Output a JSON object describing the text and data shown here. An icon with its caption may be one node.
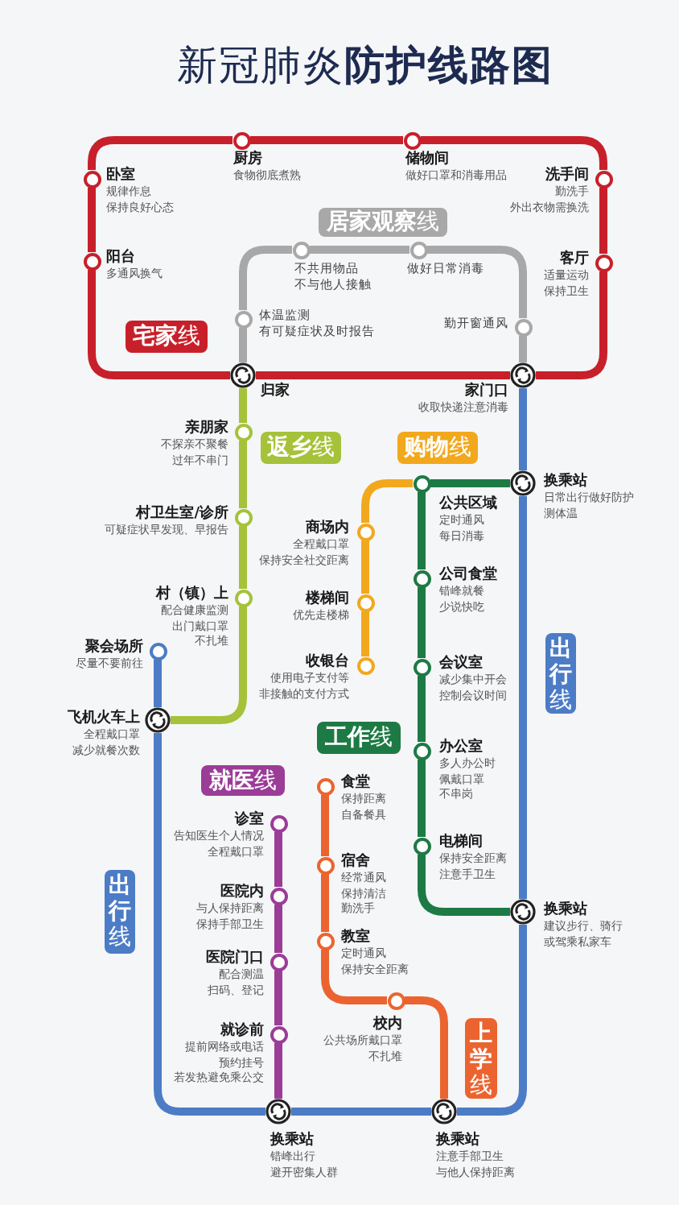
{
  "diagram": {
    "title": "新冠肺炎**防护线路图**",
    "nodes": [
      {
        "text": [],
        "shape": "circle",
        "beside": [
          "卧室",
          "规律作息",
          "保持良好心态"
        ]
      },
      {
        "text": [],
        "shape": "circle",
        "beside": [
          "厨房",
          "食物彻底煮熟"
        ]
      },
      {
        "text": [],
        "shape": "circle",
        "beside": [
          "储物间",
          "做好口罩和消毒用品"
        ]
      },
      {
        "text": [],
        "shape": "circle",
        "beside": [
          "洗手间",
          "勤洗手",
          "外出衣物需换洗"
        ]
      },
      {
        "text": [],
        "shape": "circle",
        "beside": [
          "阳台",
          "多通风换气"
        ]
      },
      {
        "text": [],
        "shape": "circle",
        "beside": [
          "客厅",
          "适量运动",
          "保持卫生"
        ]
      },
      {
        "text": [],
        "shape": "circle",
        "beside": [
          "不共用物品",
          "不与他人接触"
        ]
      },
      {
        "text": [],
        "shape": "circle",
        "beside": [
          "做好日常消毒"
        ]
      },
      {
        "text": [],
        "shape": "circle",
        "beside": [
          "体温监测",
          "有可疑症状及时报告"
        ]
      },
      {
        "text": [],
        "shape": "circle",
        "beside": [
          "勤开窗通风"
        ]
      },
      {
        "text": [],
        "shape": "circle",
        "beside": [
          "归家"
        ]
      },
      {
        "text": [],
        "shape": "circle",
        "beside": [
          "家门口",
          "收取快递注意消毒"
        ]
      },
      {
        "text": [],
        "shape": "circle",
        "beside": [
          "亲朋家",
          "不探亲不聚餐",
          "过年不串门"
        ]
      },
      {
        "text": [],
        "shape": "circle",
        "beside": [
          "换乘站",
          "日常出行做好防护",
          "测体温"
        ]
      },
      {
        "text": [],
        "shape": "circle",
        "beside": [
          "公共区域",
          "定时通风",
          "每日消毒"
        ]
      },
      {
        "text": [],
        "shape": "circle",
        "beside": [
          "商场内",
          "全程戴口罩",
          "保持安全社交距离"
        ]
      },
      {
        "text": [],
        "shape": "circle",
        "beside": [
          "村卫生室/诊所",
          "可疑症状早发现、早报告"
        ]
      },
      {
        "text": [],
        "shape": "circle",
        "beside": [
          "公司食堂",
          "错峰就餐",
          "少说快吃"
        ]
      },
      {
        "text": [],
        "shape": "circle",
        "beside": [
          "楼梯间",
          "优先走楼梯"
        ]
      },
      {
        "text": [],
        "shape": "circle",
        "beside": [
          "村（镇）上",
          "配合健康监测",
          "出门戴口罩",
          "不扎堆"
        ]
      },
      {
        "text": [],
        "shape": "circle",
        "beside": [
          "聚会场所",
          "尽量不要前往"
        ]
      },
      {
        "text": [],
        "shape": "circle",
        "beside": [
          "收银台",
          "使用电子支付等",
          "非接触的支付方式"
        ]
      },
      {
        "text": [],
        "shape": "circle",
        "beside": [
          "会议室",
          "减少集中开会",
          "控制会议时间"
        ]
      },
      {
        "text": [],
        "shape": "circle",
        "beside": [
          "飞机火车上",
          "全程戴口罩",
          "减少就餐次数"
        ]
      },
      {
        "text": [],
        "shape": "circle",
        "beside": [
          "办公室",
          "多人办公时",
          "佩戴口罩",
          "不串岗"
        ]
      },
      {
        "text": [],
        "shape": "circle",
        "beside": [
          "食堂",
          "保持距离",
          "自备餐具"
        ]
      },
      {
        "text": [],
        "shape": "circle",
        "beside": [
          "诊室",
          "告知医生个人情况",
          "全程戴口罩"
        ]
      },
      {
        "text": [],
        "shape": "circle",
        "beside": [
          "电梯间",
          "保持安全距离",
          "注意手卫生"
        ]
      },
      {
        "text": [],
        "shape": "circle",
        "beside": [
          "宿舍",
          "经常通风",
          "保持清洁",
          "勤洗手"
        ]
      },
      {
        "text": [],
        "shape": "circle",
        "beside": [
          "换乘站",
          "建议步行、骑行",
          "或驾乘私家车"
        ]
      },
      {
        "text": [],
        "shape": "circle",
        "beside": [
          "医院内",
          "与人保持距离",
          "保持手部卫生"
        ]
      },
      {
        "text": [],
        "shape": "circle",
        "beside": [
          "教室",
          "定时通风",
          "保持安全距离"
        ]
      },
      {
        "text": [],
        "shape": "circle",
        "beside": [
          "医院门口",
          "配合测温",
          "扫码、登记"
        ]
      },
      {
        "text": [],
        "shape": "circle",
        "beside": [
          "校内",
          "公共场所戴口罩",
          "不扎堆"
        ]
      },
      {
        "text": [],
        "shape": "circle",
        "beside": [
          "就诊前",
          "提前网络或电话",
          "预约挂号",
          "若发热避免乘公交"
        ]
      },
      {
        "text": [],
        "shape": "circle",
        "beside": [
          "换乘站",
          "错峰出行",
          "避开密集人群"
        ]
      },
      {
        "text": [],
        "shape": "circle",
        "beside": [
          "换乘站",
          "注意手部卫生",
          "与他人保持距离"
        ]
      },
      {
        "text": [
          "**宅家**线"
        ]
      },
      {
        "text": [
          "**居家观察**线"
        ]
      },
      {
        "text": [
          "**返乡**线"
        ]
      },
      {
        "text": [
          "**购物**线"
        ]
      },
      {
        "text": [
          "**出行**线"
        ]
      },
      {
        "text": [
          "**工作**线"
        ]
      },
      {
        "text": [
          "**就医**线"
        ]
      },
      {
        "text": [
          "**出行**线"
        ]
      },
      {
        "text": [
          "**上学**线"
        ]
      }
    ],
    "edges": [
      {
        "from": 10,
        "to": 4,
        "arrow": "none",
        "color": "#c8202a"
      },
      {
        "from": 4,
        "to": 0,
        "arrow": "none",
        "color": "#c8202a"
      },
      {
        "from": 0,
        "to": 1,
        "arrow": "none",
        "color": "#c8202a"
      },
      {
        "from": 1,
        "to": 2,
        "arrow": "none",
        "color": "#c8202a"
      },
      {
        "from": 2,
        "to": 3,
        "arrow": "none",
        "color": "#c8202a"
      },
      {
        "from": 3,
        "to": 5,
        "arrow": "none",
        "color": "#c8202a"
      },
      {
        "from": 5,
        "to": 11,
        "arrow": "none",
        "color": "#c8202a"
      },
      {
        "from": 11,
        "to": 10,
        "arrow": "none",
        "color": "#c8202a"
      },
      {
        "from": 10,
        "to": 8,
        "arrow": "none",
        "color": "#a8a8a8"
      },
      {
        "from": 8,
        "to": 6,
        "arrow": "none",
        "color": "#a8a8a8"
      },
      {
        "from": 6,
        "to": 7,
        "arrow": "none",
        "color": "#a8a8a8"
      },
      {
        "from": 7,
        "to": 9,
        "arrow": "none",
        "color": "#a8a8a8"
      },
      {
        "from": 9,
        "to": 11,
        "arrow": "none",
        "color": "#a8a8a8"
      },
      {
        "from": 10,
        "to": 12,
        "arrow": "none",
        "color": "#a5c23a"
      },
      {
        "from": 12,
        "to": 16,
        "arrow": "none",
        "color": "#a5c23a"
      },
      {
        "from": 16,
        "to": 19,
        "arrow": "none",
        "color": "#a5c23a"
      },
      {
        "from": 19,
        "to": 23,
        "arrow": "none",
        "color": "#a5c23a"
      },
      {
        "from": 11,
        "to": 13,
        "arrow": "none",
        "color": "#4c7cc6"
      },
      {
        "from": 13,
        "to": 29,
        "arrow": "none",
        "color": "#4c7cc6"
      },
      {
        "from": 29,
        "to": 36,
        "arrow": "none",
        "color": "#4c7cc6"
      },
      {
        "from": 36,
        "to": 35,
        "arrow": "none",
        "color": "#4c7cc6"
      },
      {
        "from": 35,
        "to": 23,
        "arrow": "none",
        "color": "#4c7cc6"
      },
      {
        "from": 23,
        "to": 20,
        "arrow": "none",
        "color": "#4c7cc6"
      },
      {
        "from": 13,
        "to": 14,
        "arrow": "none",
        "color": "#1e7a45"
      },
      {
        "from": 14,
        "to": 17,
        "arrow": "none",
        "color": "#1e7a45"
      },
      {
        "from": 17,
        "to": 22,
        "arrow": "none",
        "color": "#1e7a45"
      },
      {
        "from": 22,
        "to": 24,
        "arrow": "none",
        "color": "#1e7a45"
      },
      {
        "from": 24,
        "to": 27,
        "arrow": "none",
        "color": "#1e7a45"
      },
      {
        "from": 27,
        "to": 29,
        "arrow": "none",
        "color": "#1e7a45"
      },
      {
        "from": 14,
        "to": 15,
        "arrow": "none",
        "color": "#f2a81d"
      },
      {
        "from": 15,
        "to": 18,
        "arrow": "none",
        "color": "#f2a81d"
      },
      {
        "from": 18,
        "to": 21,
        "arrow": "none",
        "color": "#f2a81d"
      },
      {
        "from": 26,
        "to": 30,
        "arrow": "none",
        "color": "#9b3c97"
      },
      {
        "from": 30,
        "to": 32,
        "arrow": "none",
        "color": "#9b3c97"
      },
      {
        "from": 32,
        "to": 34,
        "arrow": "none",
        "color": "#9b3c97"
      },
      {
        "from": 34,
        "to": 35,
        "arrow": "none",
        "color": "#9b3c97"
      },
      {
        "from": 25,
        "to": 28,
        "arrow": "none",
        "color": "#eb6430"
      },
      {
        "from": 28,
        "to": 31,
        "arrow": "none",
        "color": "#eb6430"
      },
      {
        "from": 31,
        "to": 33,
        "arrow": "none",
        "color": "#eb6430"
      },
      {
        "from": 33,
        "to": 36,
        "arrow": "none",
        "color": "#eb6430"
      }
    ]
  }
}
